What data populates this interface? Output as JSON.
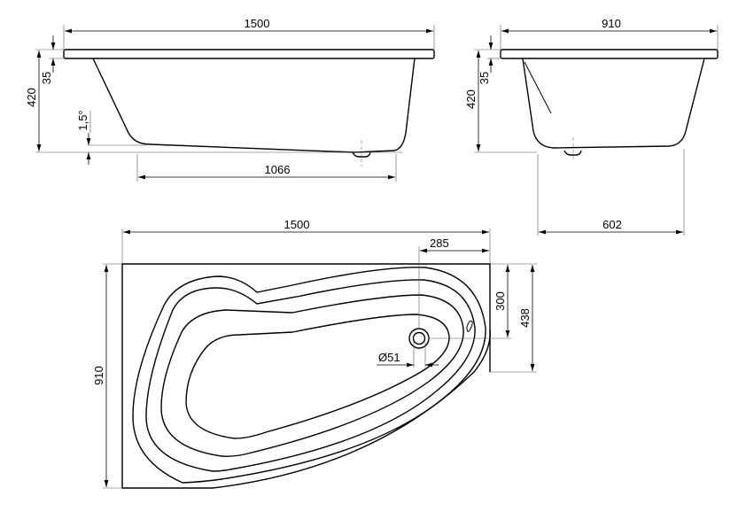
{
  "side_view": {
    "length": "1500",
    "rim_height": "35",
    "total_height": "420",
    "slope": "1,5°",
    "bottom_length": "1066"
  },
  "end_view": {
    "width": "910",
    "rim_height": "35",
    "total_height": "420",
    "drain_offset": "602"
  },
  "top_view": {
    "length": "1500",
    "width": "910",
    "drain_x": "285",
    "drain_y": "300",
    "corner": "438",
    "drain_diameter": "Ø51"
  }
}
